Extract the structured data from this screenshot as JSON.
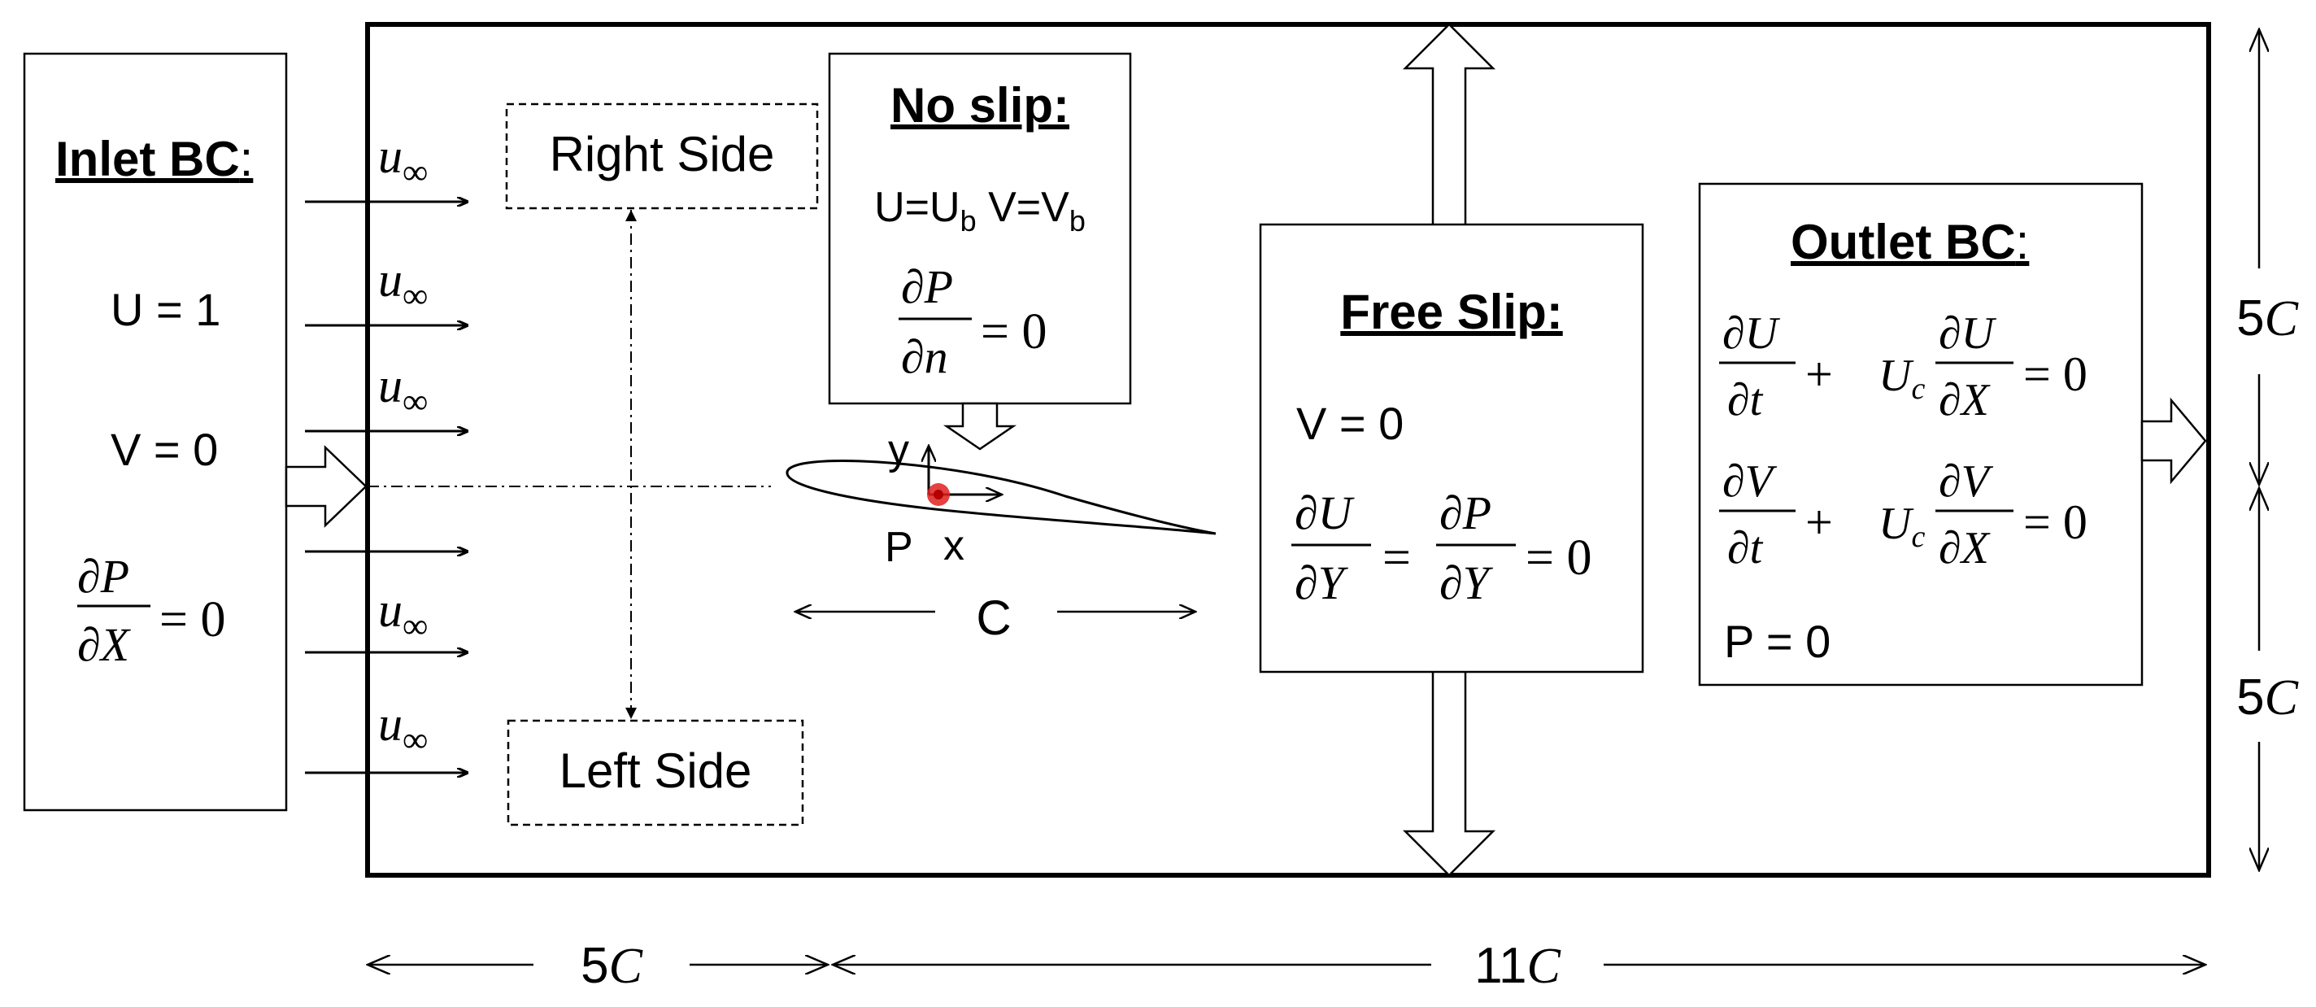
{
  "inlet": {
    "title": "Inlet BC",
    "colon": ":",
    "u_eq": "U = 1",
    "v_eq": "V = 0",
    "dp_num": "∂P",
    "dp_den": "∂X",
    "eq_zero": "= 0"
  },
  "freestream": {
    "symbol": "u",
    "subscript": "∞"
  },
  "right_side": "Right Side",
  "left_side": "Left Side",
  "no_slip": {
    "title": "No slip:",
    "u_label": "U=U",
    "u_sub": "b",
    "v_label": " V=V",
    "v_sub": "b",
    "dp_num": "∂P",
    "dp_den": "∂n",
    "eq_zero": "= 0"
  },
  "airfoil": {
    "y_label": "y",
    "x_label": "x",
    "p_label": "P",
    "chord_label": "C"
  },
  "free_slip": {
    "title": "Free Slip:",
    "v_eq": "V = 0",
    "du_num": "∂U",
    "du_den": "∂Y",
    "eq": "=",
    "dp_num": "∂P",
    "dp_den": "∂Y",
    "eq_zero": "= 0"
  },
  "outlet": {
    "title": "Outlet BC",
    "colon": ":",
    "du_num": "∂U",
    "du_den": "∂t",
    "plus": "+",
    "uc": "U",
    "uc_sub": "c",
    "dux_num": "∂U",
    "dux_den": "∂X",
    "dv_num": "∂V",
    "dv_den": "∂t",
    "dvx_num": "∂V",
    "dvx_den": "∂X",
    "eq_zero": "= 0",
    "p_eq": "P = 0"
  },
  "dimensions": {
    "upstream": "5",
    "downstream": "11",
    "upper": "5",
    "lower": "5",
    "unit": "C"
  },
  "colors": {
    "stroke": "#000000",
    "point": "#e02020"
  }
}
